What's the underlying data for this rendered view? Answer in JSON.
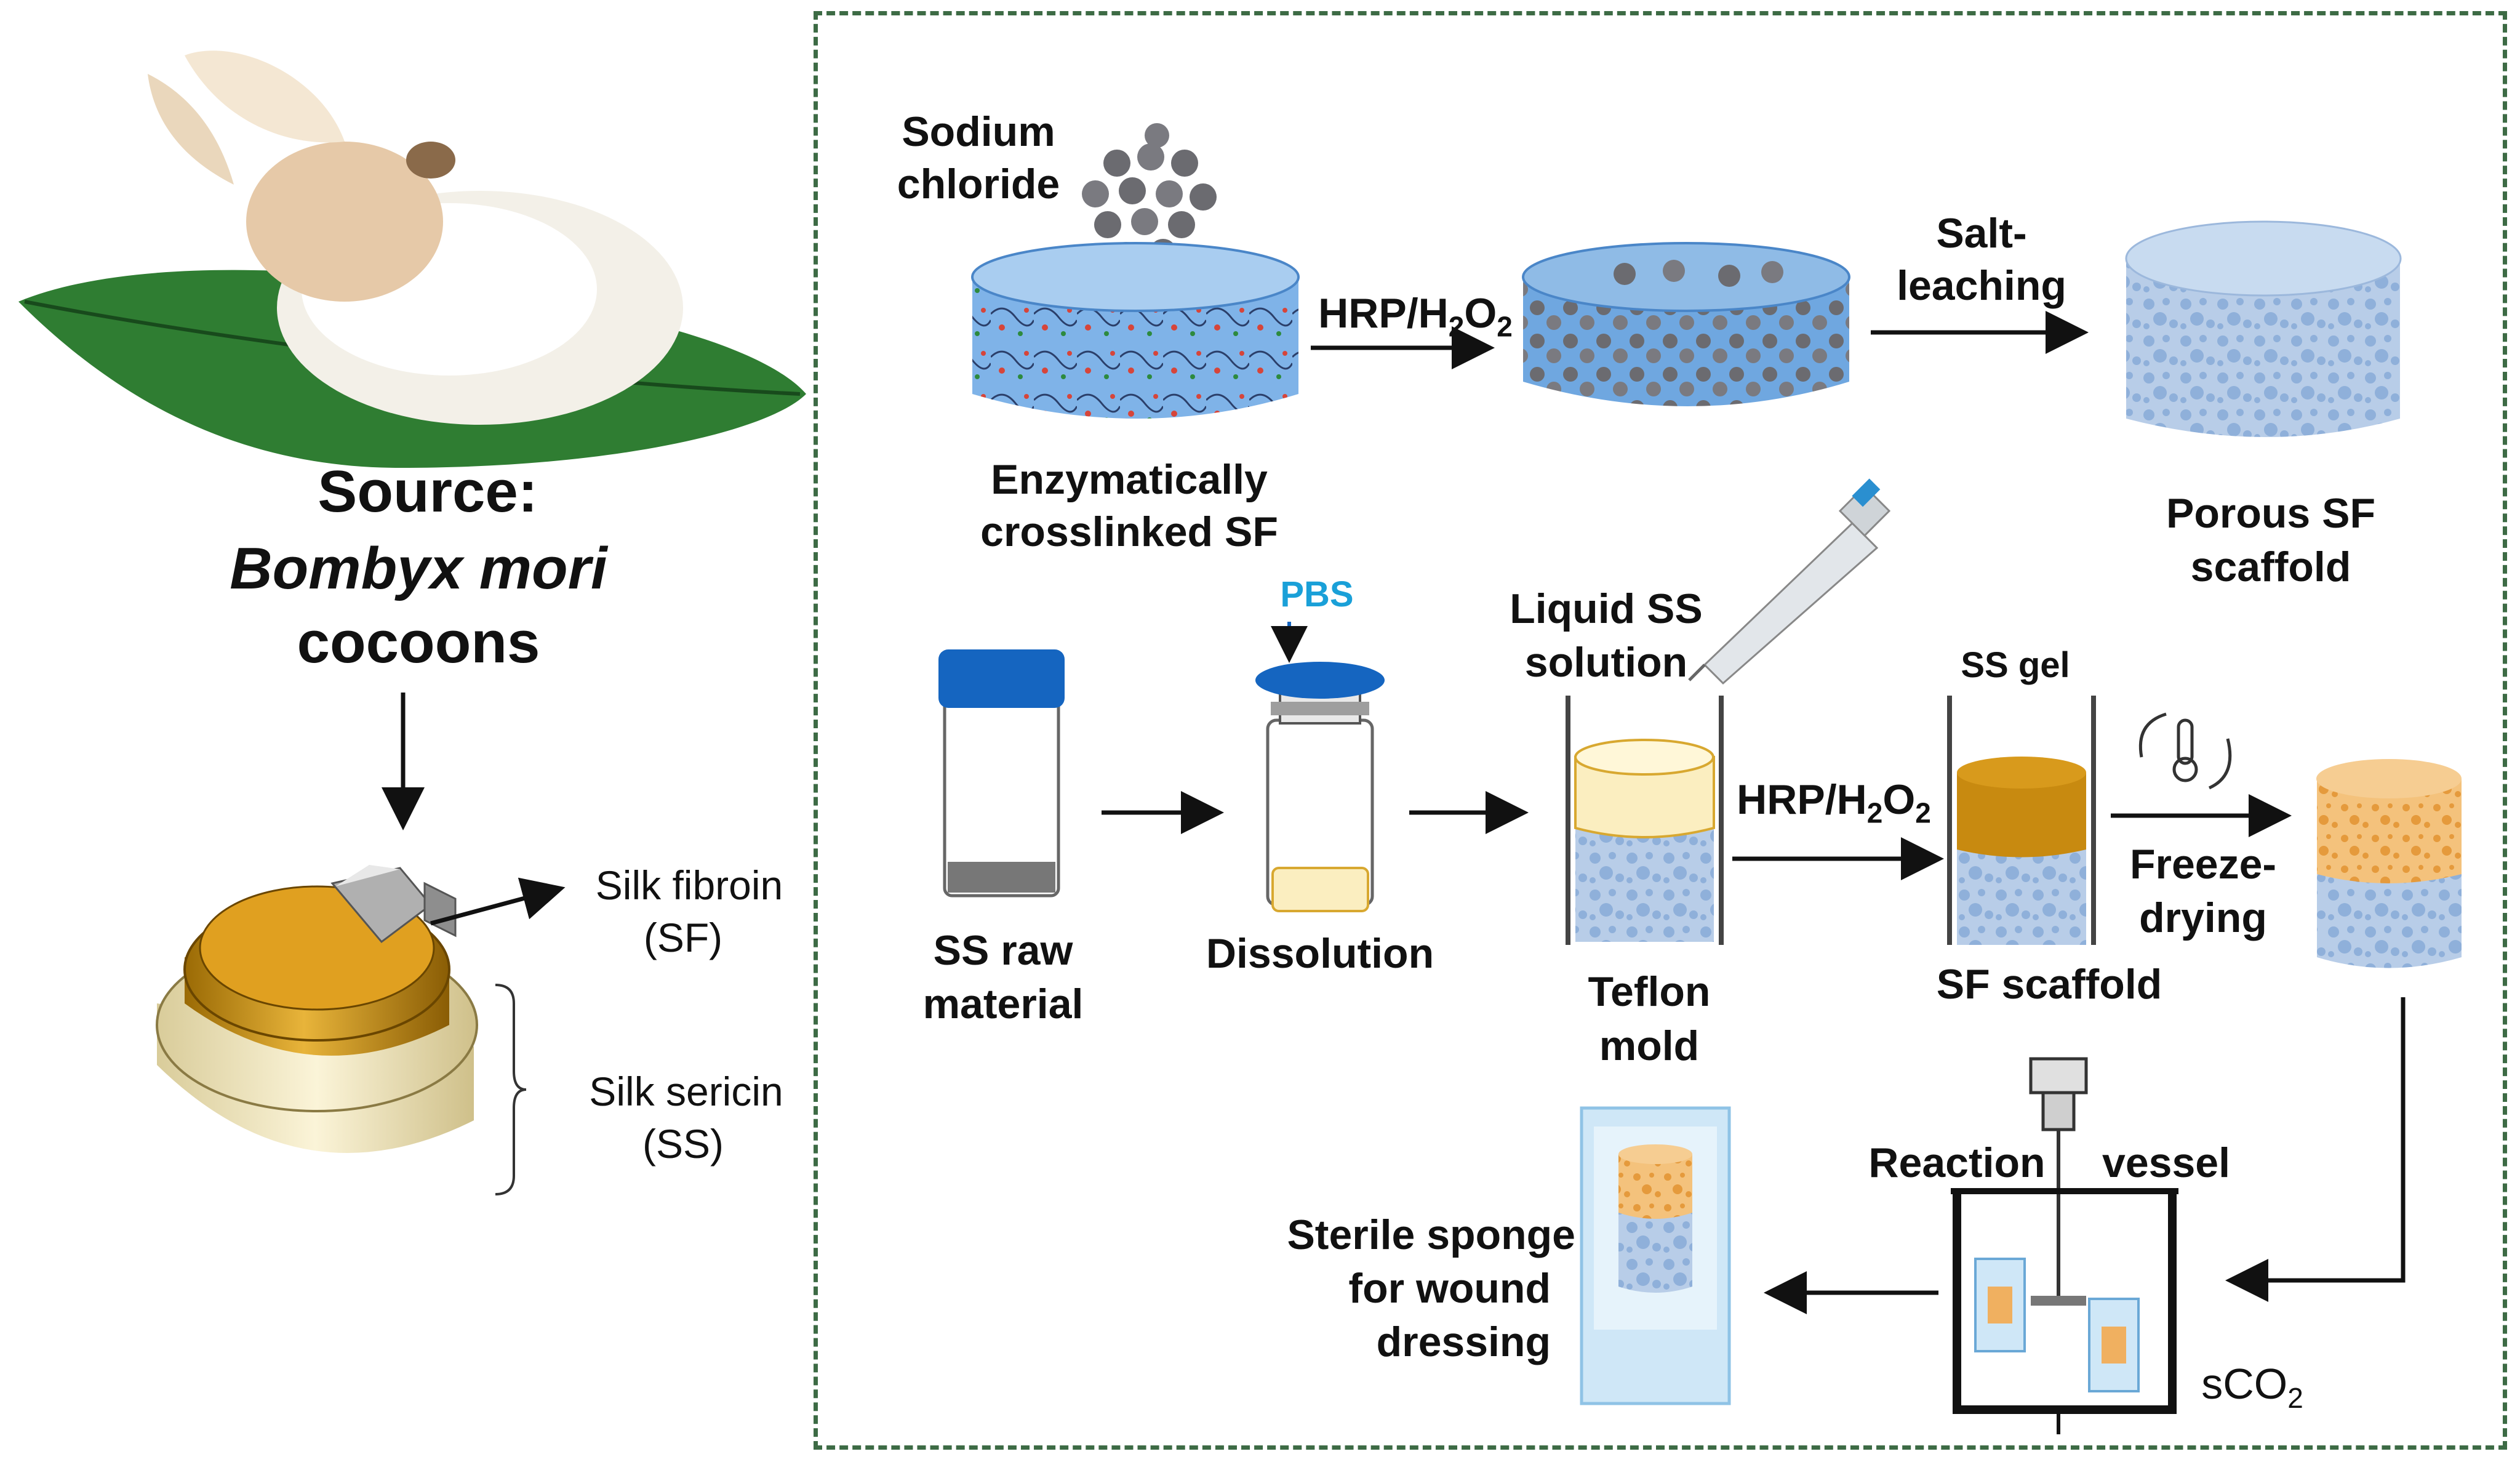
{
  "left_panel": {
    "source_label": "Source:",
    "species": "Bombyx mori",
    "cocoons": "cocoons",
    "silk_fibroin": "Silk fibroin",
    "sf_abbr": "(SF)",
    "silk_sericin": "Silk sericin",
    "ss_abbr": "(SS)"
  },
  "top_row": {
    "sodium_chloride_1": "Sodium",
    "sodium_chloride_2": "chloride",
    "enzymatic_1": "Enzymatically",
    "enzymatic_2": "crosslinked SF",
    "hrp_1": "HRP/H",
    "hrp_sub1": "2",
    "hrp_mid": "O",
    "hrp_sub2": "2",
    "salt_1": "Salt-",
    "salt_2": "leaching",
    "porous_1": "Porous SF",
    "porous_2": "scaffold"
  },
  "middle_row": {
    "pbs": "PBS",
    "raw_1": "SS raw",
    "raw_2": "material",
    "dissolution": "Dissolution",
    "liquid_1": "Liquid SS",
    "liquid_2": "solution",
    "teflon_1": "Teflon",
    "teflon_2": "mold",
    "ss_gel": "SS gel",
    "sf_scaffold": "SF scaffold",
    "freeze_1": "Freeze-",
    "freeze_2": "drying"
  },
  "bottom_row": {
    "reaction": "Reaction",
    "vessel": "vessel",
    "sterile_1": "Sterile sponge",
    "sterile_2": "for wound",
    "sterile_3": "dressing",
    "sco2": "sCO",
    "sco2_sub": "2"
  },
  "colors": {
    "dash_border": "#3d6b45",
    "pbs_text": "#1aa0d8",
    "cap_blue": "#1565c0",
    "gel_gold": "#c88a10",
    "liquid_yellow": "#fbeec0",
    "scaffold_blue": "#a8c4e6",
    "leaf_green": "#2f7d32"
  }
}
